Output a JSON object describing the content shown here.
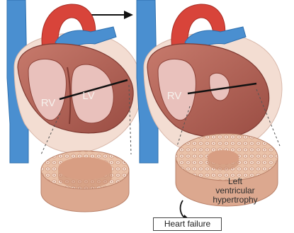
{
  "labels": {
    "left_rv": "RV",
    "left_lv": "LV",
    "right_rv": "RV"
  },
  "hypertrophy_label": {
    "line1": "Left",
    "line2": "ventricular",
    "line3": "hypertrophy"
  },
  "outcome_label": "Heart failure",
  "colors": {
    "vessel_blue": "#4a8fd0",
    "aorta_red": "#d8443a",
    "myocardium": "#b5675a",
    "chamber": "#e9c1bc",
    "pericardium": "#f3ddd2",
    "muscle_slice": "#e8bfa7"
  }
}
